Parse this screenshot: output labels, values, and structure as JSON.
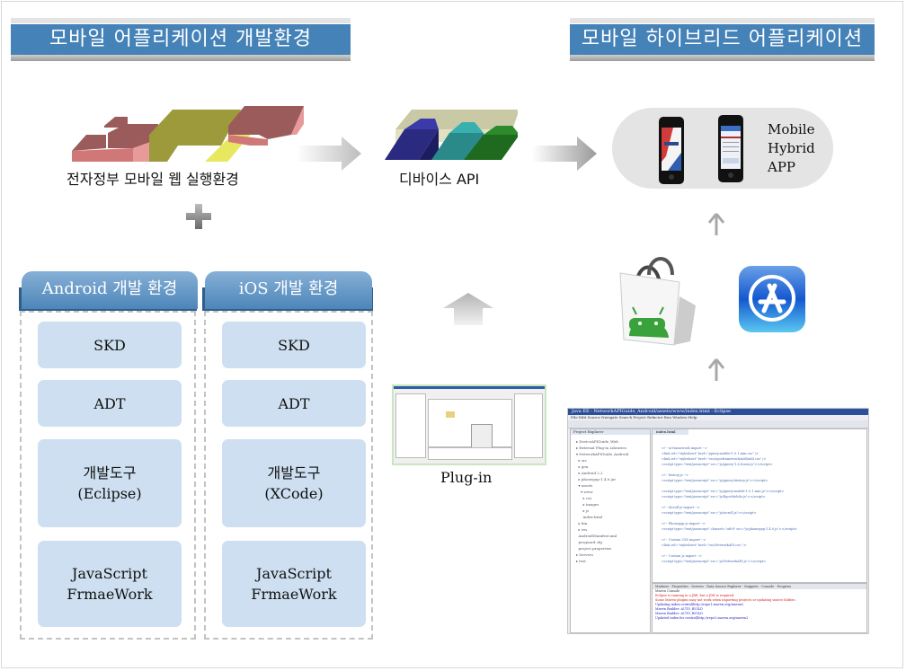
{
  "banners": {
    "left": "모바일 어플리케이션 개발환경",
    "right": "모바일 하이브리드 어플리케이션"
  },
  "top_flow": {
    "web_env_label": "전자정부 모바일 웹 실행환경",
    "device_api_label": "디바이스 API",
    "hybrid_app_label_lines": [
      "Mobile",
      "Hybrid",
      "APP"
    ]
  },
  "plus_icon": "plus-icon",
  "columns": [
    {
      "header": "Android 개발 환경",
      "items": [
        "SKD",
        "ADT",
        "개발도구\n(Eclipse)",
        "JavaScript\nFrmaeWork"
      ]
    },
    {
      "header": "iOS 개발 환경",
      "items": [
        "SKD",
        "ADT",
        "개발도구\n(XCode)",
        "JavaScript\nFrmaeWork"
      ]
    }
  ],
  "plugin": {
    "label": "Plug-in"
  },
  "stores": [
    "android-market-icon",
    "app-store-icon"
  ],
  "ide": {
    "title": "Java EE - NetworkAPIGuide_Android/assets/www/index.html - Eclipse",
    "menu": [
      "File",
      "Edit",
      "Source",
      "Navigate",
      "Search",
      "Project",
      "Refactor",
      "Run",
      "Window",
      "Help"
    ],
    "explorer_tab": "Project Explorer",
    "editor_tab": "index.html",
    "bottom_tabs": [
      "Markers",
      "Properties",
      "Servers",
      "Data Source Explorer",
      "Snippets",
      "Console",
      "Progress"
    ],
    "console_title": "Maven Console"
  }
}
